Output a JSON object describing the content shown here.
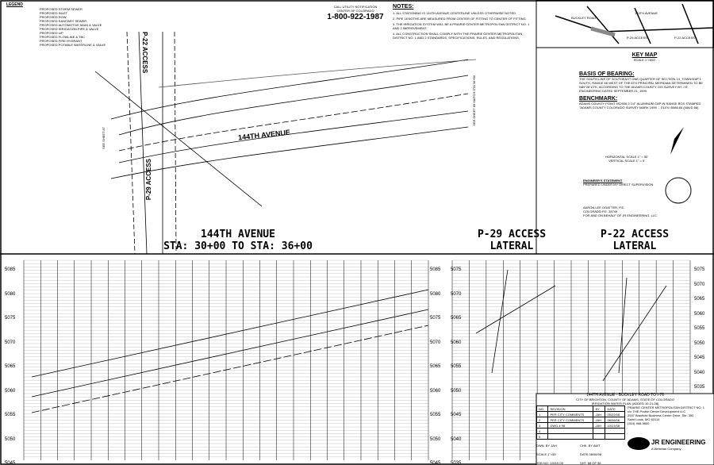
{
  "legend": {
    "title": "LEGEND",
    "items": [
      "PROPOSED STORM SEWER",
      "PROPOSED INLET",
      "PROPOSED ROW",
      "PROPOSED SANITARY SEWER",
      "PROPOSED AUTOMOTIVE MAIN & VALVE",
      "PROPOSED IRRIGATION PIPE & VALVE",
      "PROPOSED LIP",
      "PROPOSED FLOWLINE & TBC",
      "PROPOSED FIRE HYDRANT",
      "PROPOSED POTABLE WATERLINE & VALVE"
    ]
  },
  "utility": {
    "line1": "CALL UTILITY NOTIFICATION",
    "line2": "CENTER OF COLORADO",
    "phone": "1-800-922-1987"
  },
  "notes": {
    "title": "NOTES:",
    "items": [
      "1. ALL STATIONING IS 144TH AVENUE CENTERLINE UNLESS OTHERWISE NOTED.",
      "2. PIPE LENGTHS ARE MEASURED FROM CENTER OF FITTING TO CENTER OF FITTING.",
      "3. THE IRRIGATION SYSTEM WILL BE A PRAIRIE CENTER METROPOLITAN DISTRICT NO. 1 AND 2 IMPROVEMENT.",
      "4. ALL CONSTRUCTION SHALL COMPLY WITH THE PRAIRIE CENTER METROPOLITAN DISTRICT NO. 1 AND 2 STANDARDS, SPECIFICATIONS, RULES, AND REGULATIONS."
    ]
  },
  "keymap": {
    "title": "KEY MAP",
    "scale": "SCALE 1\"=600'",
    "labels": [
      "BUCKLEY ROAD",
      "144TH AVENUE",
      "P-29 ACCESS",
      "P-22 ACCESS"
    ]
  },
  "basis": {
    "title": "BASIS OF BEARING:",
    "text": "THE SOUTH LINE OF SOUTHEAST ONE-QUARTER OF SECTION 14, TOWNSHIP 1 SOUTH, RANGE 66 WEST OF THE 6TH PRINCIPAL MERIDIAN DETERMINED TO BE N89°26'13\"E, ACCORDING TO THE ADAMS COUNTY GIS SURVEY BY J.R. ENGINEERING DATED SEPTEMBER 21, 1999."
  },
  "benchmark": {
    "title": "BENCHMARK:",
    "text": "ADAMS COUNTY POINT 5S2506 3 1/4\" ALUMINUM CAP IN RANGE BOX STAMPED \"ADAMS COUNTY COLORADO SURVEY MARK 1999 ... ELEV=5086.80 (NAVD 88)"
  },
  "scale": {
    "horizontal": "HORIZONTAL SCALE 1\" = 50'",
    "vertical": "VERTICAL SCALE 1\" = 5'"
  },
  "engineer": {
    "title": "ENGINEER'S STATEMENT",
    "text": "PREPARED UNDER MY DIRECT SUPERVISION",
    "name": "AARON LEE GOATTER, P.E.",
    "license": "COLORADO P.E. 35749",
    "firm": "FOR AND ON BEHALF OF JR ENGINEERING, LLC."
  },
  "plan": {
    "street": "144TH AVENUE",
    "access_north": "P-22 ACCESS",
    "access_south": "P-29 ACCESS",
    "see_left": "SEE SHEET 87",
    "see_right": "SEE SHEET 89 MATCH STA 36+00"
  },
  "profiles": {
    "main_title": "144TH AVENUE",
    "main_sta": "STA: 30+00 TO STA: 36+00",
    "p29_title": "P-29 ACCESS LATERAL",
    "p22_title": "P-22 ACCESS LATERAL",
    "elev_main": [
      "5085",
      "5080",
      "5075",
      "5070",
      "5065",
      "5060",
      "5055",
      "5050",
      "5045"
    ],
    "elev_lat": [
      "5075",
      "5070",
      "5065",
      "5060",
      "5055",
      "5050",
      "5045",
      "5040",
      "5035"
    ]
  },
  "titleblock": {
    "project": "144TH AVENUE - BUCKLEY ROAD TO I-76",
    "city": "CITY OF BRIGHTON, COUNTY OF ADAMS, STATE OF COLORADO",
    "sheet_title": "IRRIGATION WATER PLAN (ADDED 10-21-08)",
    "rev_headers": [
      "NO.",
      "REVISION",
      "BY",
      "DATE"
    ],
    "revisions": [
      [
        "1",
        "PER CITY COMMENTS",
        "JAH",
        "05/22/08"
      ],
      [
        "2",
        "PER CITY COMMENTS",
        "JAH",
        "08/06/08"
      ],
      [
        "3",
        "DWG # 98",
        "JAH",
        "10/21/08"
      ],
      [
        "4",
        "",
        "",
        ""
      ],
      [
        "5",
        "",
        "",
        ""
      ]
    ],
    "owner": "PRAIRIE CENTER METROPOLITAN DISTRICT NO. 1",
    "owner_addr": [
      "c/o THE Prairie Center Development LLC",
      "2537 Bradford Business Center Drive, Ste. 350",
      "Saint Louis, MO 63114",
      "(314) 468-3800"
    ],
    "dwn_by": "DWN. BY JAH",
    "chk_by": "CHK. BY AWT",
    "scale": "SCALE 1\"=50'",
    "date": "DATE 08/06/08",
    "job": "JOB NO. 13010.05",
    "sheet": "SHT. 88",
    "of": "OF 98",
    "firm": "JR ENGINEERING",
    "firm_sub": "A Westrian Company"
  }
}
